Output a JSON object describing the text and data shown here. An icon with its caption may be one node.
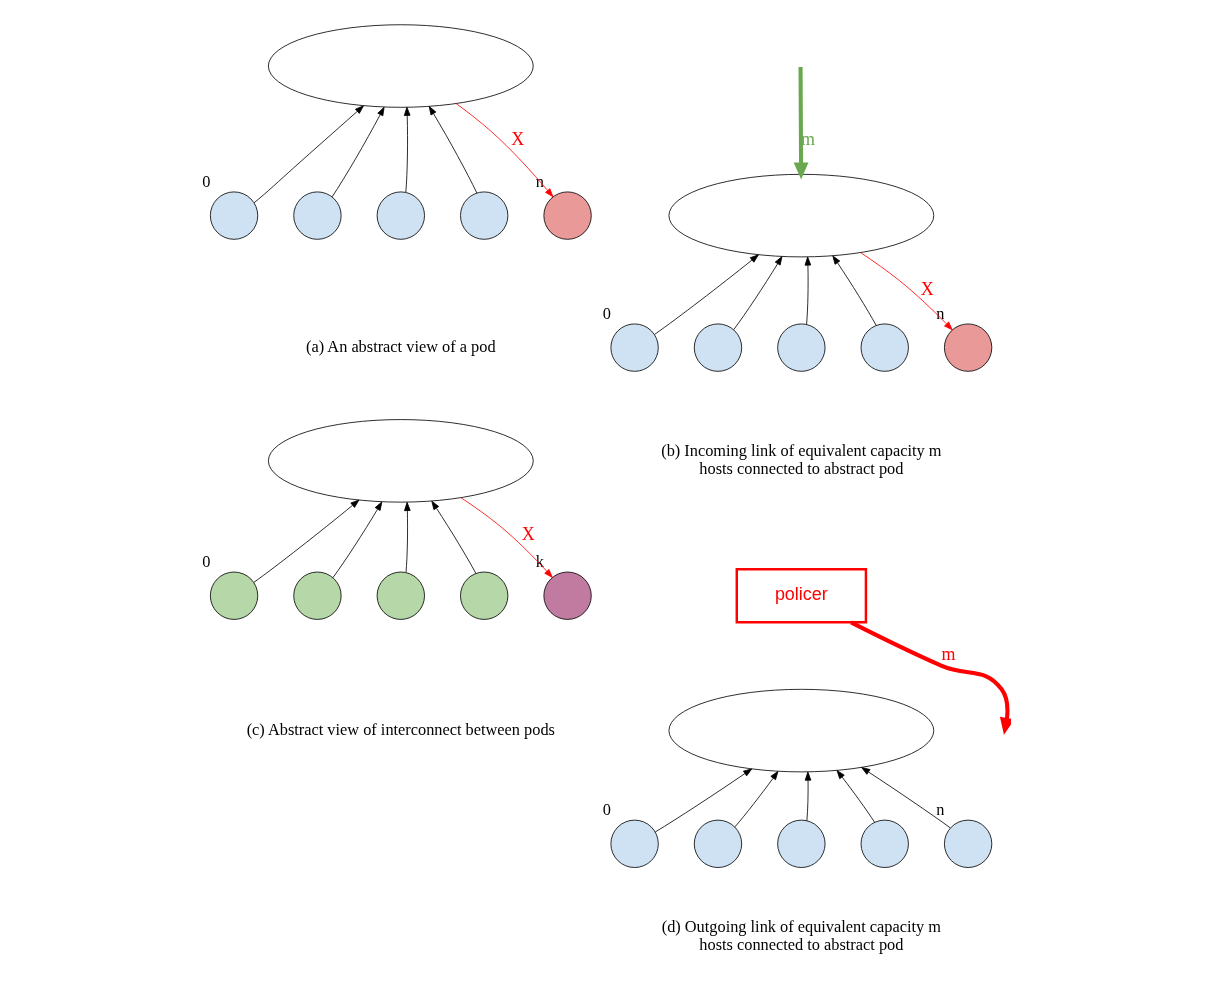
{
  "diagram": {
    "nodes": [
      {
        "text": [],
        "shape": "cloud"
      },
      {
        "text": [],
        "shape": "circle",
        "beside": [
          "0"
        ]
      },
      {
        "text": [],
        "shape": "circle"
      },
      {
        "text": [],
        "shape": "circle"
      },
      {
        "text": [],
        "shape": "circle"
      },
      {
        "text": [],
        "shape": "circle",
        "beside": [
          "n"
        ]
      },
      {
        "text": [],
        "shape": "cloud"
      },
      {
        "text": [],
        "shape": "circle",
        "beside": [
          "0"
        ]
      },
      {
        "text": [],
        "shape": "circle"
      },
      {
        "text": [],
        "shape": "circle"
      },
      {
        "text": [],
        "shape": "circle"
      },
      {
        "text": [],
        "shape": "circle",
        "beside": [
          "n"
        ]
      },
      {
        "text": [],
        "shape": "cloud"
      },
      {
        "text": [],
        "shape": "circle",
        "beside": [
          "0"
        ]
      },
      {
        "text": [],
        "shape": "circle"
      },
      {
        "text": [],
        "shape": "circle"
      },
      {
        "text": [],
        "shape": "circle"
      },
      {
        "text": [],
        "shape": "circle",
        "beside": [
          "k"
        ]
      },
      {
        "text": [],
        "shape": "cloud"
      },
      {
        "text": [
          "policer"
        ]
      },
      {
        "text": [],
        "shape": "circle",
        "beside": [
          "0"
        ]
      },
      {
        "text": [],
        "shape": "circle"
      },
      {
        "text": [],
        "shape": "circle"
      },
      {
        "text": [],
        "shape": "circle"
      },
      {
        "text": [],
        "shape": "circle",
        "beside": [
          "n"
        ]
      }
    ],
    "edges": [
      {
        "from": 1,
        "to": 0,
        "arrow": "to"
      },
      {
        "from": 2,
        "to": 0,
        "arrow": "to"
      },
      {
        "from": 3,
        "to": 0,
        "arrow": "to"
      },
      {
        "from": 4,
        "to": 0,
        "arrow": "to"
      },
      {
        "from": 0,
        "to": 5,
        "arrow": "to",
        "label": "X",
        "color": "#ff0000"
      },
      {
        "from": null,
        "to": 6,
        "arrow": "to",
        "label": "m",
        "style": "thick",
        "color": "#6aa84f"
      },
      {
        "from": 7,
        "to": 6,
        "arrow": "to"
      },
      {
        "from": 8,
        "to": 6,
        "arrow": "to"
      },
      {
        "from": 9,
        "to": 6,
        "arrow": "to"
      },
      {
        "from": 10,
        "to": 6,
        "arrow": "to"
      },
      {
        "from": 6,
        "to": 11,
        "arrow": "to",
        "label": "X",
        "color": "#ff0000"
      },
      {
        "from": 13,
        "to": 12,
        "arrow": "to"
      },
      {
        "from": 14,
        "to": 12,
        "arrow": "to"
      },
      {
        "from": 15,
        "to": 12,
        "arrow": "to"
      },
      {
        "from": 16,
        "to": 12,
        "arrow": "to"
      },
      {
        "from": 12,
        "to": 17,
        "arrow": "to",
        "label": "X",
        "color": "#ff0000"
      },
      {
        "from": 20,
        "to": 18,
        "arrow": "to"
      },
      {
        "from": 21,
        "to": 18,
        "arrow": "to"
      },
      {
        "from": 22,
        "to": 18,
        "arrow": "to"
      },
      {
        "from": 23,
        "to": 18,
        "arrow": "to"
      },
      {
        "from": 24,
        "to": 18,
        "arrow": "to"
      },
      {
        "from": 19,
        "to": null,
        "arrow": "to",
        "label": "m",
        "style": "thick",
        "color": "#ff0000"
      }
    ],
    "labels": [
      "(a) An abstract view of a pod",
      "(b) Incoming link of equivalent capacity m hosts connected to abstract pod",
      "(c) Abstract view of interconnect between pods",
      "(d) Outgoing link of equivalent capacity m hosts connected to abstract pod"
    ]
  }
}
